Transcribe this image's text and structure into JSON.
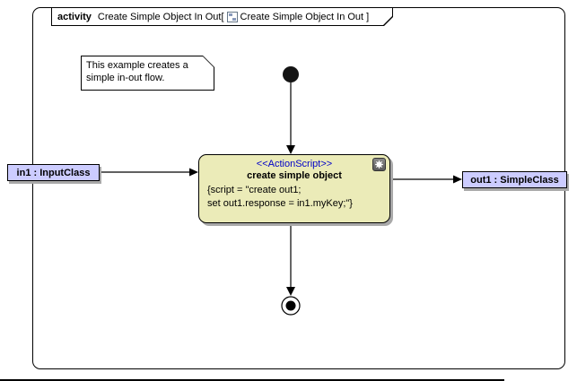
{
  "frame_title": {
    "keyword": "activity",
    "main": "Create Simple Object In Out[",
    "ref": "Create Simple Object In Out ]"
  },
  "note": {
    "line1": "This example creates a",
    "line2": "simple in-out flow."
  },
  "action": {
    "stereotype": "<<ActionScript>>",
    "name": "create simple object",
    "script_line1": "{script = \"create out1;",
    "script_line2": "set out1.response = in1.myKey;\"}"
  },
  "pins": {
    "input_label": "in1 : InputClass",
    "output_label": "out1 : SimpleClass"
  },
  "colors": {
    "action_fill": "#EBEBB8",
    "pin_fill": "#CCCCFF",
    "stereotype": "#0000C8",
    "shadow": "#A9A9A9",
    "line": "#000000"
  }
}
